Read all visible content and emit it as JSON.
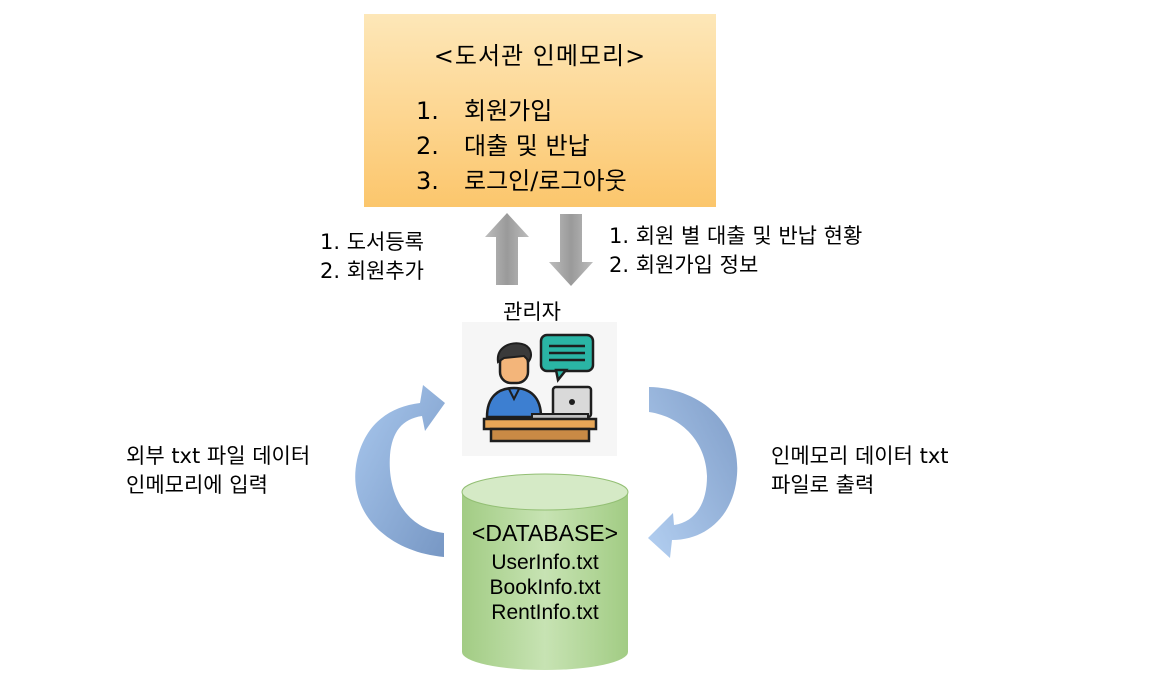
{
  "memory": {
    "title": "<도서관 인메모리>",
    "items": [
      {
        "num": "1.",
        "label": "회원가입"
      },
      {
        "num": "2.",
        "label": "대출 및 반납"
      },
      {
        "num": "3.",
        "label": "로그인/로그아웃"
      }
    ]
  },
  "admin_up": {
    "line1": "1. 도서등록",
    "line2": "2. 회원추가"
  },
  "admin_down": {
    "line1": "1. 회원 별 대출 및 반납 현황",
    "line2": "2. 회원가입 정보"
  },
  "admin": {
    "label": "관리자",
    "icon": "admin-at-laptop-icon"
  },
  "load_text": {
    "line1": "외부 txt 파일 데이터",
    "line2": "인메모리에 입력"
  },
  "save_text": {
    "line1": "인메모리 데이터 txt",
    "line2": "파일로 출력"
  },
  "database": {
    "title": "<DATABASE>",
    "files": [
      "UserInfo.txt",
      "BookInfo.txt",
      "RentInfo.txt"
    ]
  },
  "colors": {
    "memory_box": "#fdd58f",
    "arrow_gray": "#a6a6a6",
    "curved_arrow_blue": "#8fb4e3",
    "database_green": "#a9d18e",
    "admin_shirt": "#3d7fd1",
    "chat_bubble": "#2ab5a5"
  }
}
